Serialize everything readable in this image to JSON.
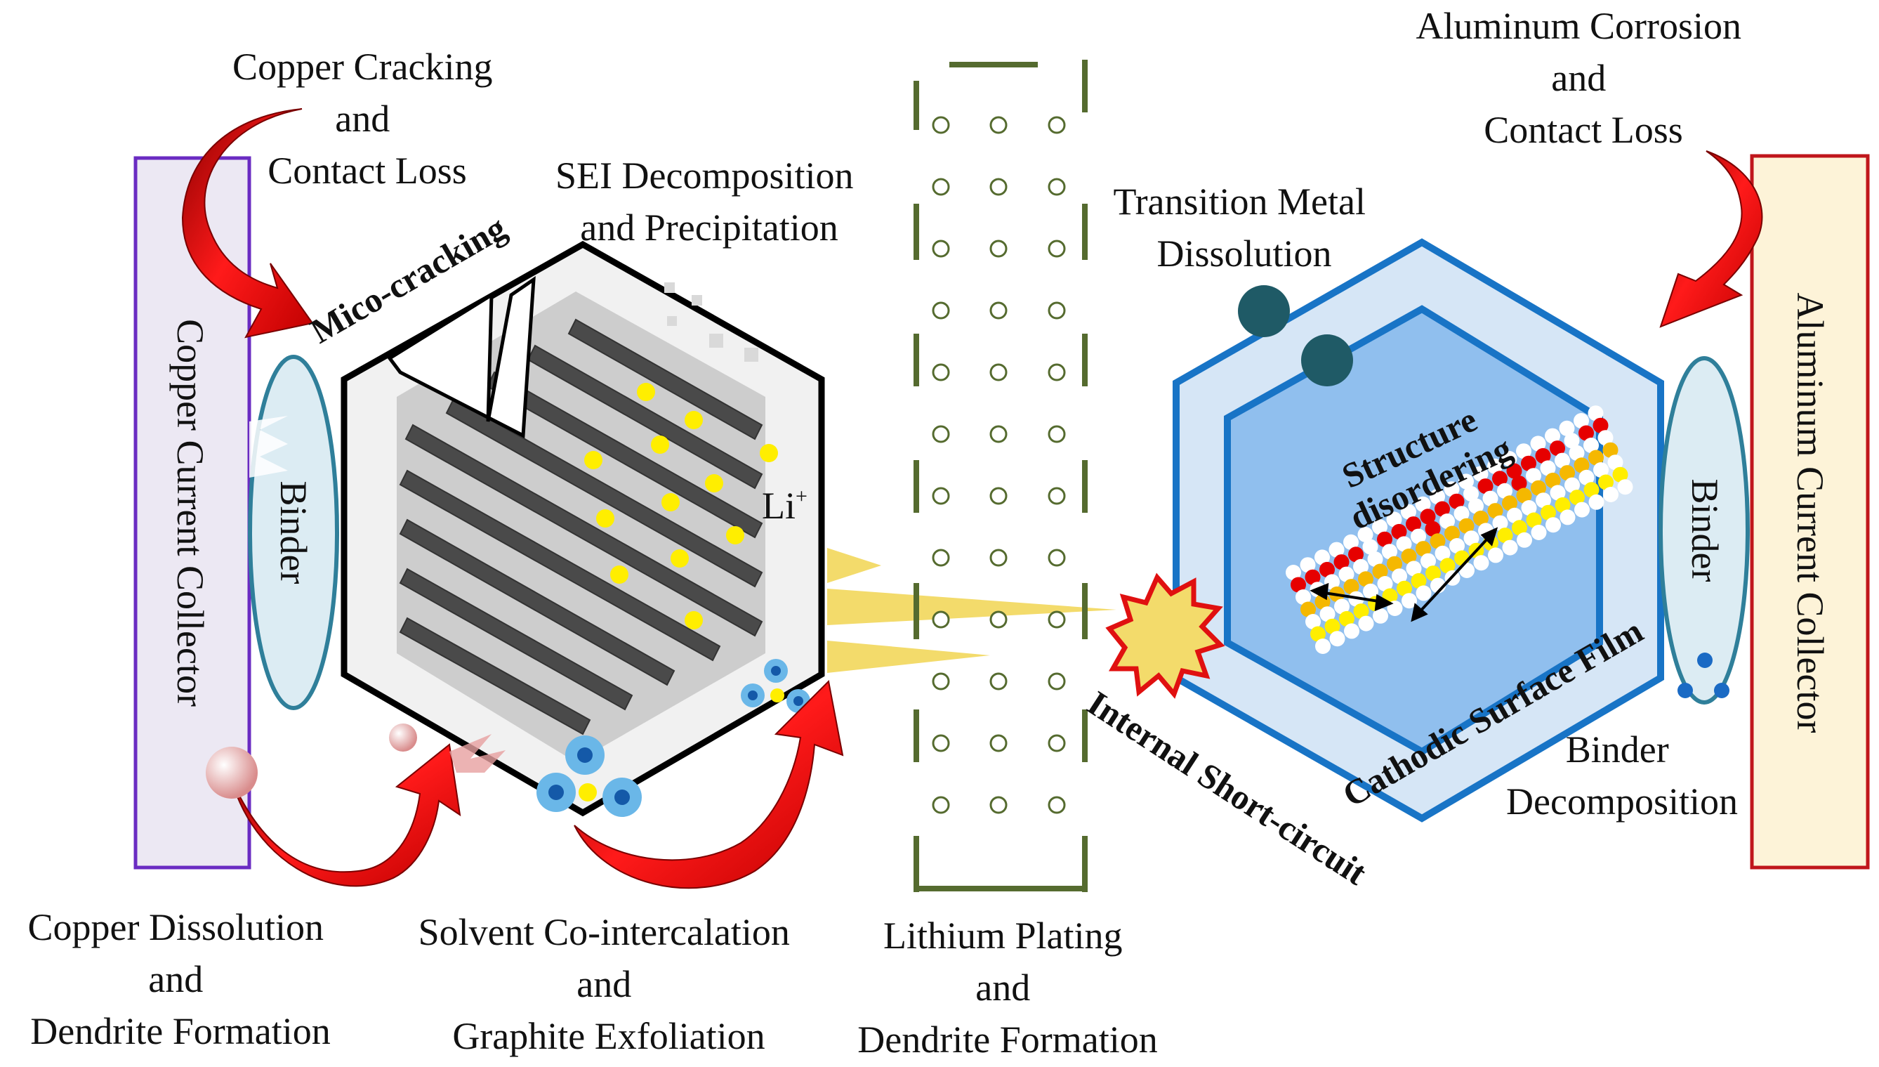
{
  "labels": {
    "copper_cracking": [
      "Copper Cracking",
      "and",
      "Contact Loss"
    ],
    "sei": [
      "SEI Decomposition",
      "and Precipitation"
    ],
    "aluminum_corrosion": [
      "Aluminum Corrosion",
      "and",
      "Contact Loss"
    ],
    "tm_dissolution": [
      "Transition Metal",
      "Dissolution"
    ],
    "mico_cracking": "Mico-cracking",
    "copper_collector": "Copper Current Collector",
    "aluminum_collector": "Aluminum Current Collector",
    "binder_left": "Binder",
    "binder_right": "Binder",
    "li_ion": "Li",
    "li_charge": "+",
    "structure": [
      "Structure",
      "disordering"
    ],
    "internal_short": "Internal Short-circuit",
    "cathodic_film": "Cathodic Surface Film",
    "binder_decomp": [
      "Binder",
      "Decomposition"
    ],
    "copper_dissolution": [
      "Copper Dissolution",
      "and",
      "Dendrite Formation"
    ],
    "solvent": [
      "Solvent Co-intercalation",
      "and",
      "Graphite Exfoliation"
    ],
    "lithium_plating": [
      "Lithium Plating",
      "and",
      "Dendrite Formation"
    ]
  },
  "colors": {
    "copper_collector_border": "#6a2bc2",
    "copper_collector_fill": "#ece8f3",
    "aluminum_collector_border": "#c0161b",
    "aluminum_collector_fill": "#fdf3d8",
    "binder_fill": "#dcecf3",
    "binder_border": "#2f7f9a",
    "arrow_red": "#e01010",
    "separator": "#556b2f",
    "cathode_outer": "#d6e6f6",
    "cathode_inner": "#90bfee",
    "cathode_border": "#1874c6",
    "tm_particle": "#1f5a66",
    "li_dot": "#ffee00"
  }
}
